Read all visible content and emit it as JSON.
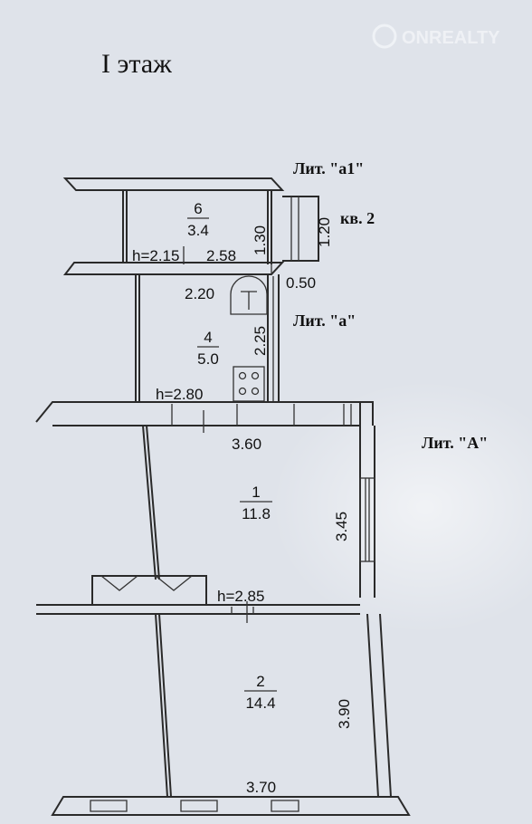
{
  "floor_title": "I этаж",
  "watermark": "ONREALTY",
  "literas": {
    "a1": "Лит. \"a1\"",
    "a": "Лит. \"a\"",
    "A": "Лит. \"A\""
  },
  "apartment": "кв. 2",
  "rooms": [
    {
      "number": "6",
      "area": "3.4"
    },
    {
      "number": "4",
      "area": "5.0"
    },
    {
      "number": "1",
      "area": "11.8"
    },
    {
      "number": "2",
      "area": "14.4"
    }
  ],
  "heights": {
    "r6": "h=2.15",
    "r4": "h=2.80",
    "r1": "h=2.85"
  },
  "dimensions": {
    "r6_width": "2.58",
    "r6_height": "1.30",
    "vest_height": "1.20",
    "r4_width": "2.20",
    "r4_height": "2.25",
    "gap": "0.50",
    "r1_width": "3.60",
    "r1_height": "3.45",
    "r2_height": "3.90",
    "r2_width": "3.70"
  }
}
